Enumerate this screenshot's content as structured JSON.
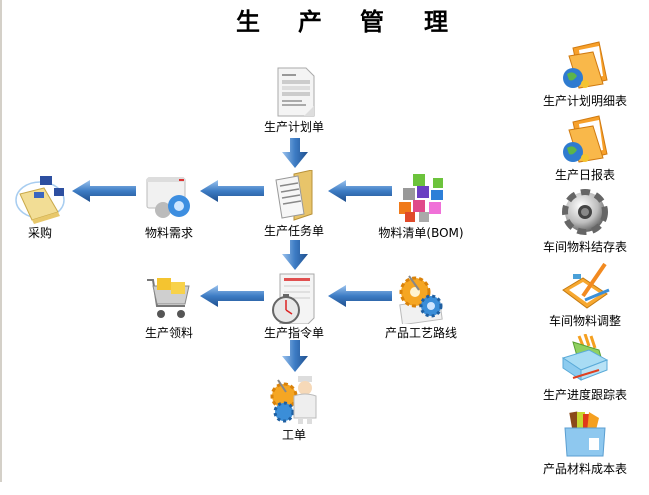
{
  "title": {
    "chars": [
      "生",
      "产",
      "管",
      "理"
    ]
  },
  "flow": {
    "plan": {
      "label": "生产计划单",
      "icon": "document-icon"
    },
    "purchase": {
      "label": "采购",
      "icon": "network-folder-icon"
    },
    "material_demand": {
      "label": "物料需求",
      "icon": "window-gear-icon"
    },
    "task": {
      "label": "生产任务单",
      "icon": "folder-documents-icon"
    },
    "bom": {
      "label": "物料清单(BOM)",
      "icon": "cubes-icon"
    },
    "picking": {
      "label": "生产领料",
      "icon": "shopping-cart-icon"
    },
    "order": {
      "label": "生产指令单",
      "icon": "stopwatch-document-icon"
    },
    "routing": {
      "label": "产品工艺路线",
      "icon": "gears-icon"
    },
    "work_order": {
      "label": "工单",
      "icon": "worker-gears-icon"
    }
  },
  "reports": [
    {
      "label": "生产计划明细表",
      "icon": "folder-globe-icon"
    },
    {
      "label": "生产日报表",
      "icon": "folder-globe-icon"
    },
    {
      "label": "车间物料结存表",
      "icon": "gear-icon"
    },
    {
      "label": "车间物料调整",
      "icon": "clipboard-pencil-icon"
    },
    {
      "label": "生产进度跟踪表",
      "icon": "file-tray-icon"
    },
    {
      "label": "产品材料成本表",
      "icon": "box-files-icon"
    }
  ],
  "colors": {
    "arrow": "#3d7cc4",
    "arrow_dark": "#1f4f8e",
    "border": "#d4d0c8"
  }
}
